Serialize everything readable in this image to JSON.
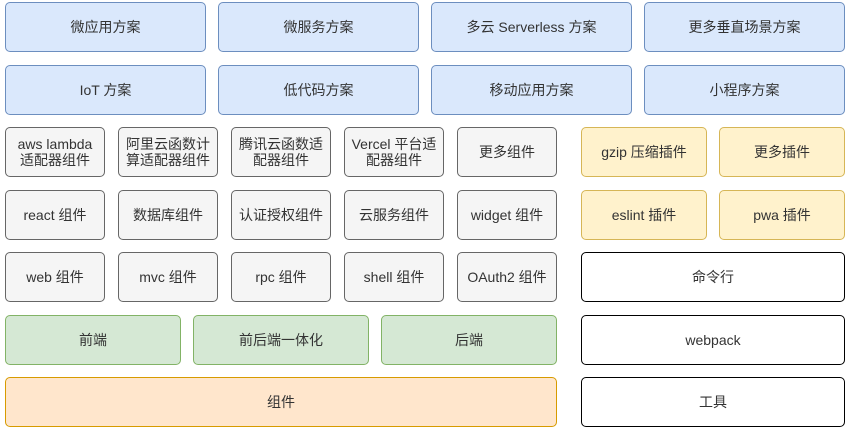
{
  "solutions_row1": [
    "微应用方案",
    "微服务方案",
    "多云 Serverless 方案",
    "更多垂直场景方案"
  ],
  "solutions_row2": [
    "IoT 方案",
    "低代码方案",
    "移动应用方案",
    "小程序方案"
  ],
  "components_row1": [
    "aws lambda 适配器组件",
    "阿里云函数计算适配器组件",
    "腾讯云函数适配器组件",
    "Vercel 平台适配器组件",
    "更多组件"
  ],
  "components_row2": [
    "react 组件",
    "数据库组件",
    "认证授权组件",
    "云服务组件",
    "widget 组件"
  ],
  "components_row3": [
    "web 组件",
    "mvc 组件",
    "rpc 组件",
    "shell 组件",
    "OAuth2 组件"
  ],
  "plugins": [
    "gzip 压缩插件",
    "更多插件",
    "eslint 插件",
    "pwa 插件"
  ],
  "layers": [
    "前端",
    "前后端一体化",
    "后端"
  ],
  "base": "组件",
  "tools": [
    "命令行",
    "webpack",
    "工具"
  ]
}
